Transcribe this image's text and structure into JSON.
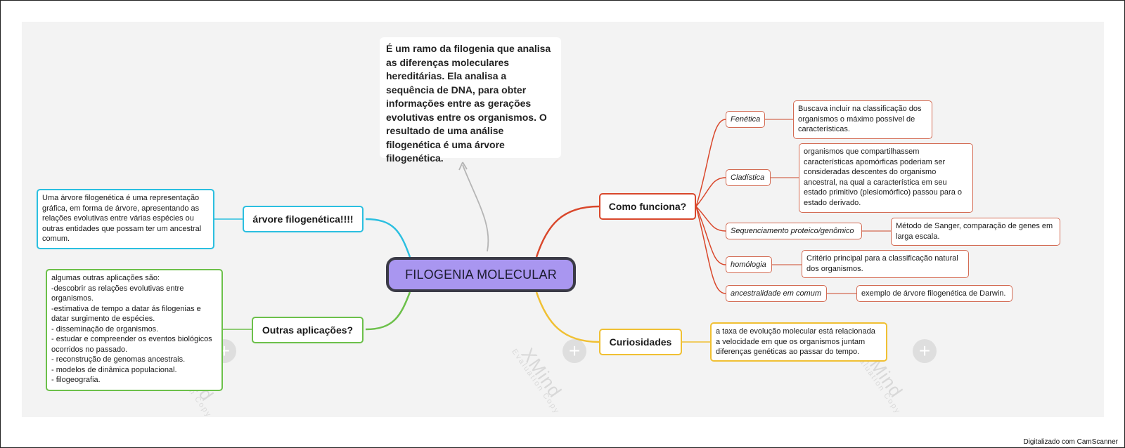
{
  "central": "FILOGENIA MOLECULAR",
  "description": "É um ramo da filogenia que analisa as diferenças moleculares hereditárias. Ela analisa a sequência de DNA, para obter informações entre as gerações evolutivas entre os organismos. O resultado de uma análise filogenética é uma árvore filogenética.",
  "left": {
    "arvore": {
      "title": "árvore filogenética!!!!",
      "text": "Uma árvore filogenética é uma representação gráfica, em forma de árvore, apresentando as relações evolutivas entre várias espécies ou outras entidades que possam ter um ancestral comum."
    },
    "outras": {
      "title": "Outras aplicações?",
      "lines": [
        "algumas outras aplicações são:",
        "-descobrir as relações evolutivas entre",
        "organismos.",
        "-estimativa de tempo a datar ás filogenias e",
        "datar surgimento de espécies.",
        "- disseminação de organismos.",
        "- estudar e compreender os eventos biológicos",
        "ocorridos no passado.",
        "- reconstrução de genomas ancestrais.",
        "- modelos de dinâmica populacional.",
        "- filogeografia."
      ]
    }
  },
  "right": {
    "como": {
      "title": "Como funciona?",
      "items": [
        {
          "label": "Fenética",
          "desc": "Buscava incluir na classificação dos organismos o máximo possível de características."
        },
        {
          "label": "Cladística",
          "desc": "organismos que compartilhassem características apomórficas poderiam ser consideradas descentes do organismo ancestral, na qual a característica em seu estado primitivo (plesiomórfico) passou para o estado derivado."
        },
        {
          "label": "Sequenciamento proteico/genômico",
          "desc": "Método de Sanger, comparação de genes em larga escala."
        },
        {
          "label": "homólogia",
          "desc": "Critério principal para a classificação natural dos organismos."
        },
        {
          "label": "ancestralidade em comum",
          "desc": "exemplo de árvore filogenética de Darwin."
        }
      ]
    },
    "curiosidades": {
      "title": "Curiosidades",
      "text": "a taxa de evolução molecular está relacionada a velocidade em que os organismos juntam diferenças genéticas ao passar do tempo."
    }
  },
  "watermark": {
    "brand": "XMind",
    "sub": "Evaluation Copy"
  },
  "footer": "Digitalizado com CamScanner",
  "colors": {
    "central_fill": "#a996f0",
    "central_border": "#3a3a46",
    "cyan": "#2bbfe0",
    "green": "#6cc04a",
    "red": "#d9472b",
    "yellow": "#f0c033",
    "arrow": "#b5b5b5"
  }
}
